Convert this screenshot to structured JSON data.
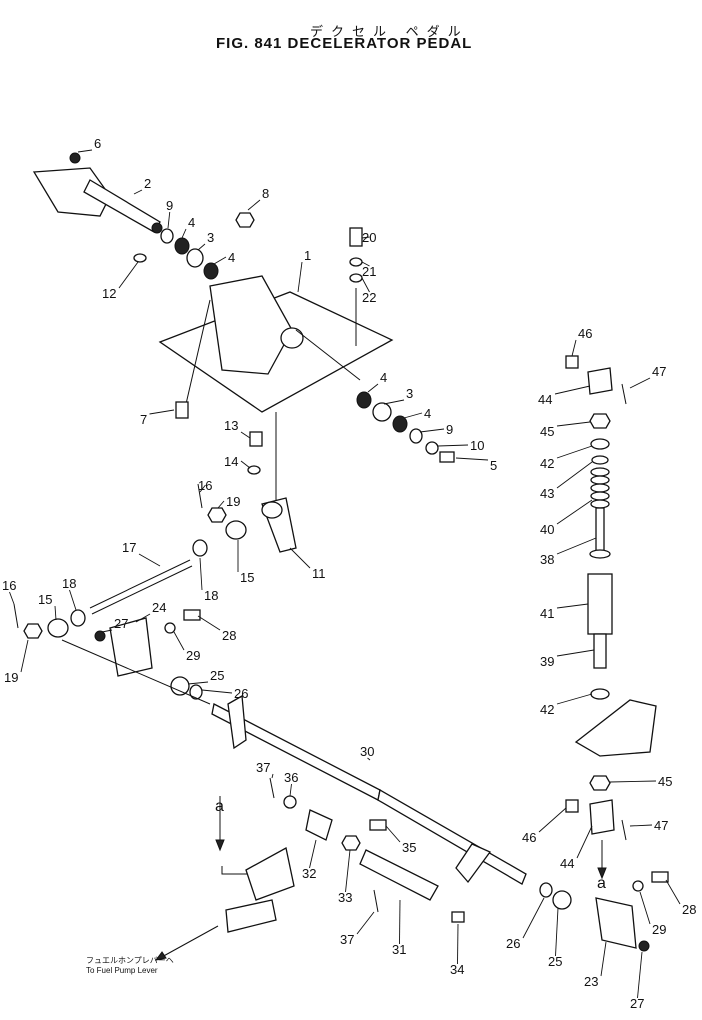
{
  "figure": {
    "title_kana": "デクセル ペダル",
    "title": "FIG. 841  DECELERATOR  PEDAL"
  },
  "notes": {
    "fuel_pump_kana": "フュエルホンプレバーヘ",
    "fuel_pump_en": "To Fuel Pump Lever"
  },
  "view_marks": [
    "a",
    "a"
  ],
  "callouts": [
    {
      "id": "c1",
      "text": "1"
    },
    {
      "id": "c2",
      "text": "2"
    },
    {
      "id": "c3a",
      "text": "3"
    },
    {
      "id": "c3b",
      "text": "3"
    },
    {
      "id": "c4a",
      "text": "4"
    },
    {
      "id": "c4b",
      "text": "4"
    },
    {
      "id": "c4c",
      "text": "4"
    },
    {
      "id": "c4d",
      "text": "4"
    },
    {
      "id": "c5",
      "text": "5"
    },
    {
      "id": "c6",
      "text": "6"
    },
    {
      "id": "c7",
      "text": "7"
    },
    {
      "id": "c8",
      "text": "8"
    },
    {
      "id": "c9a",
      "text": "9"
    },
    {
      "id": "c9b",
      "text": "9"
    },
    {
      "id": "c10",
      "text": "10"
    },
    {
      "id": "c11",
      "text": "11"
    },
    {
      "id": "c12",
      "text": "12"
    },
    {
      "id": "c13",
      "text": "13"
    },
    {
      "id": "c14",
      "text": "14"
    },
    {
      "id": "c15a",
      "text": "15"
    },
    {
      "id": "c15b",
      "text": "15"
    },
    {
      "id": "c16a",
      "text": "16"
    },
    {
      "id": "c16b",
      "text": "16"
    },
    {
      "id": "c17",
      "text": "17"
    },
    {
      "id": "c18a",
      "text": "18"
    },
    {
      "id": "c18b",
      "text": "18"
    },
    {
      "id": "c19a",
      "text": "19"
    },
    {
      "id": "c19b",
      "text": "19"
    },
    {
      "id": "c20",
      "text": "20"
    },
    {
      "id": "c21",
      "text": "21"
    },
    {
      "id": "c22",
      "text": "22"
    },
    {
      "id": "c23",
      "text": "23"
    },
    {
      "id": "c24",
      "text": "24"
    },
    {
      "id": "c25a",
      "text": "25"
    },
    {
      "id": "c25b",
      "text": "25"
    },
    {
      "id": "c26a",
      "text": "26"
    },
    {
      "id": "c26b",
      "text": "26"
    },
    {
      "id": "c27a",
      "text": "27"
    },
    {
      "id": "c27b",
      "text": "27"
    },
    {
      "id": "c28a",
      "text": "28"
    },
    {
      "id": "c28b",
      "text": "28"
    },
    {
      "id": "c29a",
      "text": "29"
    },
    {
      "id": "c29b",
      "text": "29"
    },
    {
      "id": "c30",
      "text": "30"
    },
    {
      "id": "c31",
      "text": "31"
    },
    {
      "id": "c32",
      "text": "32"
    },
    {
      "id": "c33",
      "text": "33"
    },
    {
      "id": "c34",
      "text": "34"
    },
    {
      "id": "c35",
      "text": "35"
    },
    {
      "id": "c36",
      "text": "36"
    },
    {
      "id": "c37a",
      "text": "37"
    },
    {
      "id": "c37b",
      "text": "37"
    },
    {
      "id": "c38",
      "text": "38"
    },
    {
      "id": "c39",
      "text": "39"
    },
    {
      "id": "c40",
      "text": "40"
    },
    {
      "id": "c41",
      "text": "41"
    },
    {
      "id": "c42a",
      "text": "42"
    },
    {
      "id": "c42b",
      "text": "42"
    },
    {
      "id": "c43",
      "text": "43"
    },
    {
      "id": "c44a",
      "text": "44"
    },
    {
      "id": "c44b",
      "text": "44"
    },
    {
      "id": "c45a",
      "text": "45"
    },
    {
      "id": "c45b",
      "text": "45"
    },
    {
      "id": "c46a",
      "text": "46"
    },
    {
      "id": "c46b",
      "text": "46"
    },
    {
      "id": "c47a",
      "text": "47"
    },
    {
      "id": "c47b",
      "text": "47"
    }
  ]
}
